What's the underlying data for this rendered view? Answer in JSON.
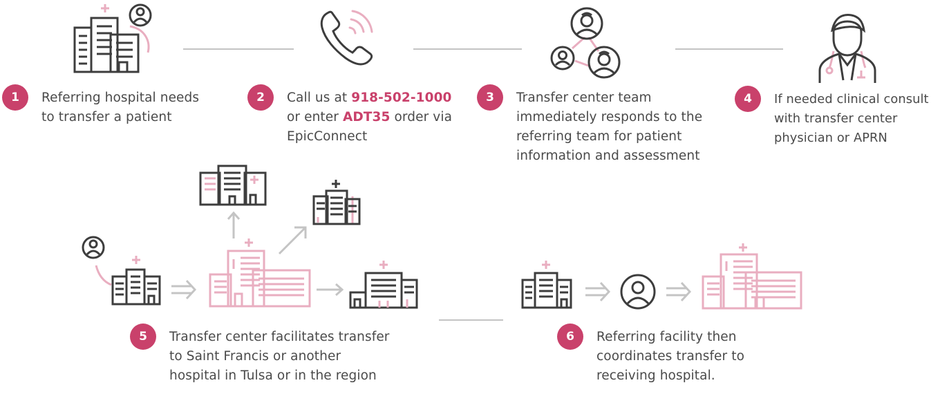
{
  "colors": {
    "accent": "#c9416b",
    "dark": "#3d3d3d",
    "pink": "#e9aec0",
    "gray": "#c4c4c4",
    "text": "#4a4a4a"
  },
  "steps": [
    {
      "number": "1",
      "lines": [
        "Referring hospital needs",
        "to transfer a patient"
      ]
    },
    {
      "number": "2",
      "line1": {
        "prefix": "Call us at ",
        "phone": "918-502-1000"
      },
      "line2": {
        "prefix": "or enter ",
        "order": "ADT35",
        "suffix": " order via"
      },
      "line3": "EpicConnect"
    },
    {
      "number": "3",
      "lines": [
        "Transfer center team",
        "immediately responds to the",
        "referring team for patient",
        "information and assessment"
      ]
    },
    {
      "number": "4",
      "lines": [
        "If needed clinical consult",
        "with transfer center",
        "physician or APRN"
      ]
    },
    {
      "number": "5",
      "lines": [
        "Transfer center facilitates transfer",
        "to Saint Francis or another",
        "hospital in Tulsa or in the region"
      ]
    },
    {
      "number": "6",
      "lines": [
        "Referring facility then",
        "coordinates transfer to",
        "receiving hospital."
      ]
    }
  ],
  "icons": [
    "hospital-person-icon",
    "phone-icon",
    "team-network-icon",
    "doctor-icon",
    "hospital-icon",
    "person-icon",
    "arrow-icon",
    "large-hospital-icon"
  ]
}
